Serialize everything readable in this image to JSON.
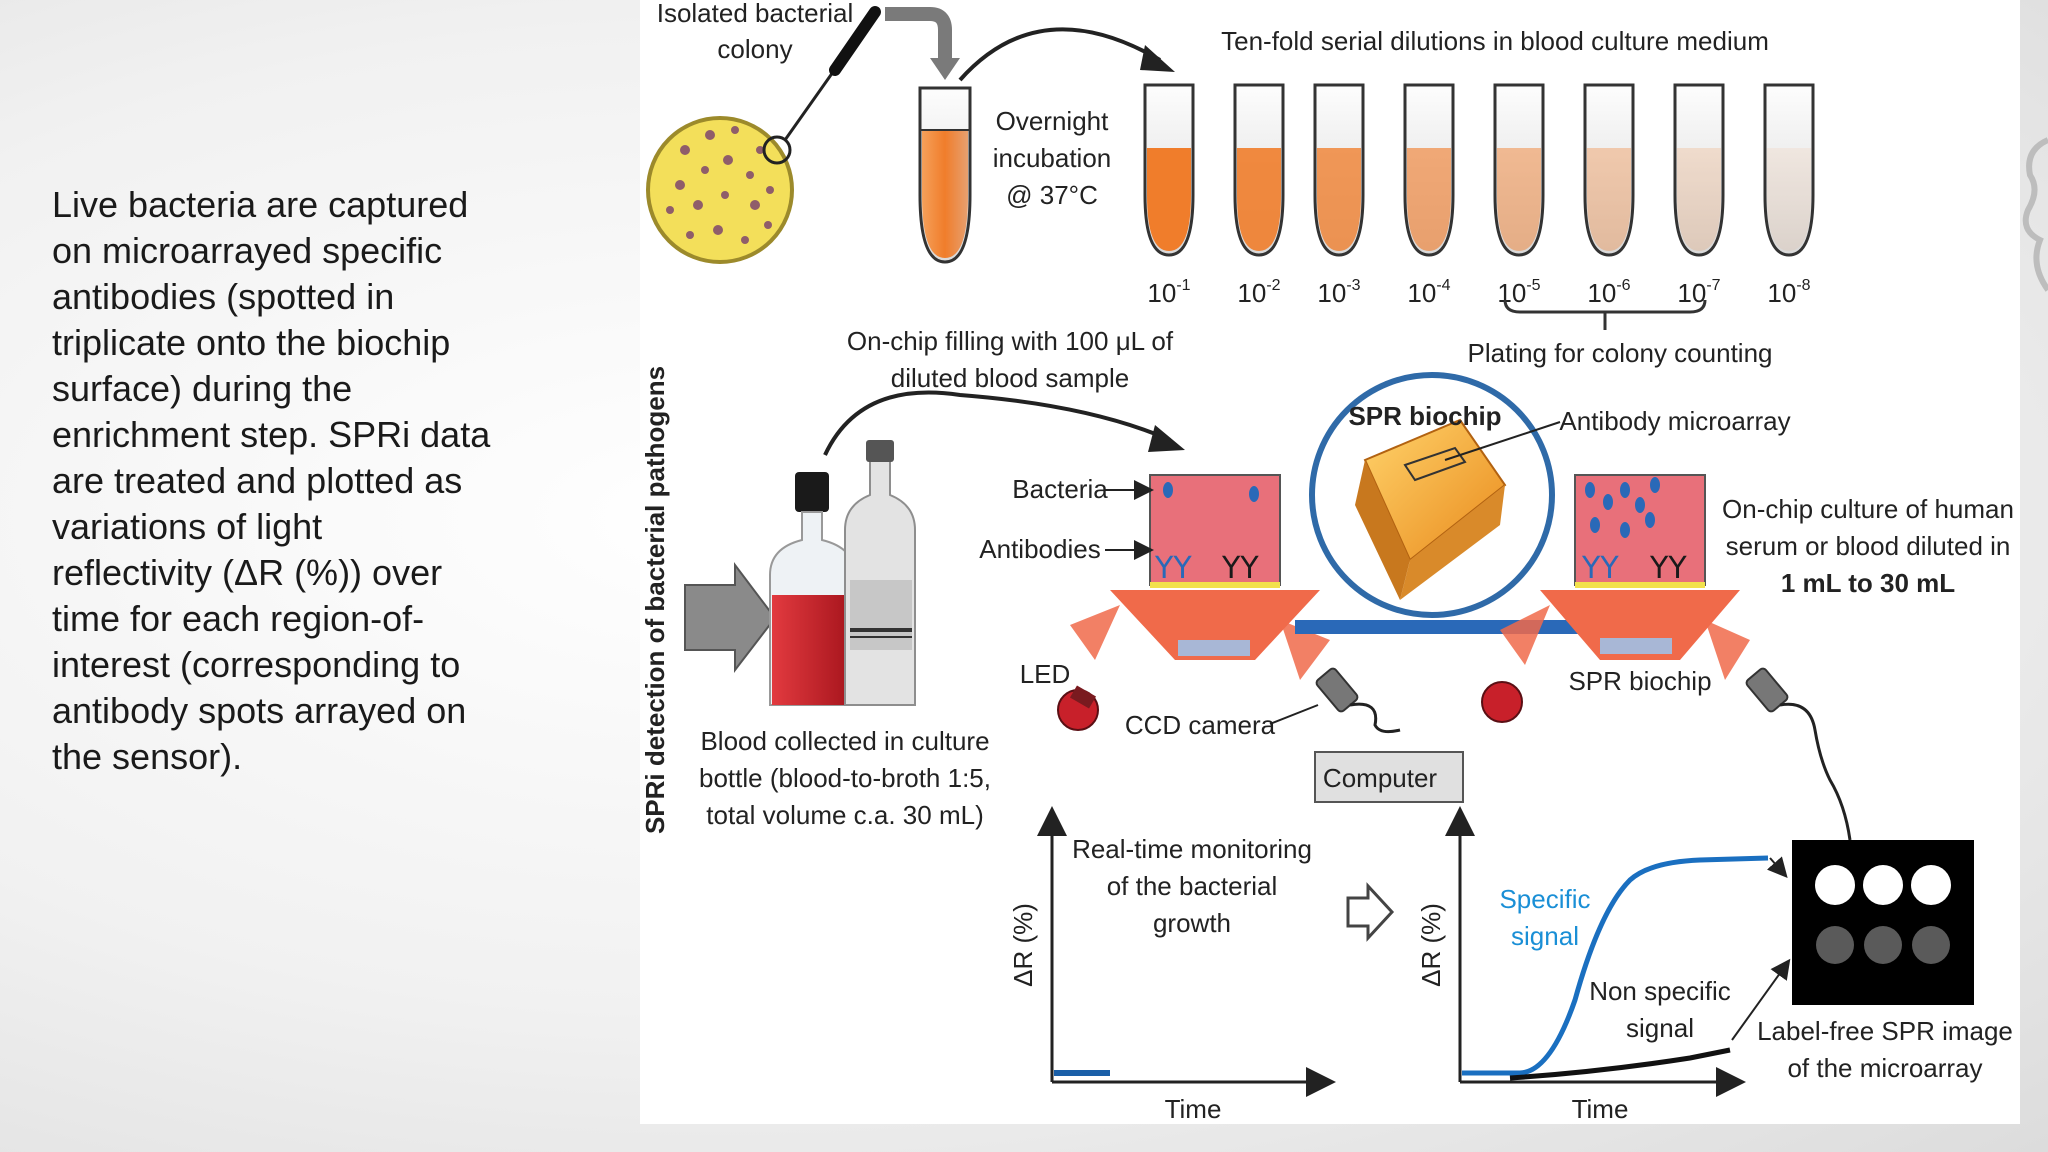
{
  "caption": "Live bacteria are captured on microarrayed specific antibodies (spotted in triplicate onto the biochip surface) during the enrichment step. SPRi data are treated and plotted as variations of light reflectivity (ΔR (%)) over time for each region-of-interest (corresponding to antibody spots arrayed on the sensor).",
  "figure": {
    "vertical_title": "SPRi detection of bacterial pathogens",
    "isolated_colony": [
      "Isolated bacterial",
      "colony"
    ],
    "overnight": [
      "Overnight",
      "incubation",
      "@ 37°C"
    ],
    "serial_dilutions": "Ten-fold serial dilutions in blood culture medium",
    "dilutions": [
      {
        "base": "10",
        "exp": "-1"
      },
      {
        "base": "10",
        "exp": "-2"
      },
      {
        "base": "10",
        "exp": "-3"
      },
      {
        "base": "10",
        "exp": "-4"
      },
      {
        "base": "10",
        "exp": "-5"
      },
      {
        "base": "10",
        "exp": "-6"
      },
      {
        "base": "10",
        "exp": "-7"
      },
      {
        "base": "10",
        "exp": "-8"
      }
    ],
    "plating": "Plating for colony counting",
    "onchip_filling": [
      "On-chip filling with 100 μL of",
      "diluted blood sample"
    ],
    "spr_biochip_title": "SPR biochip",
    "antibody_microarray": "Antibody microarray",
    "bacteria": "Bacteria",
    "antibodies": "Antibodies",
    "led": "LED",
    "ccd_camera": "CCD camera",
    "computer": "Computer",
    "spr_biochip": "SPR biochip",
    "onchip_culture": [
      "On-chip culture of human",
      "serum or blood diluted in",
      "1 mL to 30 mL"
    ],
    "blood_collected": [
      "Blood collected in culture",
      "bottle (blood-to-broth 1:5,",
      "total volume c.a. 30 mL)"
    ],
    "realtime": [
      "Real-time monitoring",
      "of the bacterial",
      "growth"
    ],
    "delta_r": "ΔR (%)",
    "time": "Time",
    "specific_signal": [
      "Specific",
      "signal"
    ],
    "non_specific": [
      "Non specific",
      "signal"
    ],
    "label_free": [
      "Label-free SPR image",
      "of the microarray"
    ]
  },
  "colors": {
    "orange": "#f07d2b",
    "blood_red": "#c81d25",
    "chip_pink": "#e8707a",
    "specific_blue": "#1a8fd6",
    "circle_blue": "#2f6aa8",
    "plate_yellow": "#f3df5a"
  }
}
